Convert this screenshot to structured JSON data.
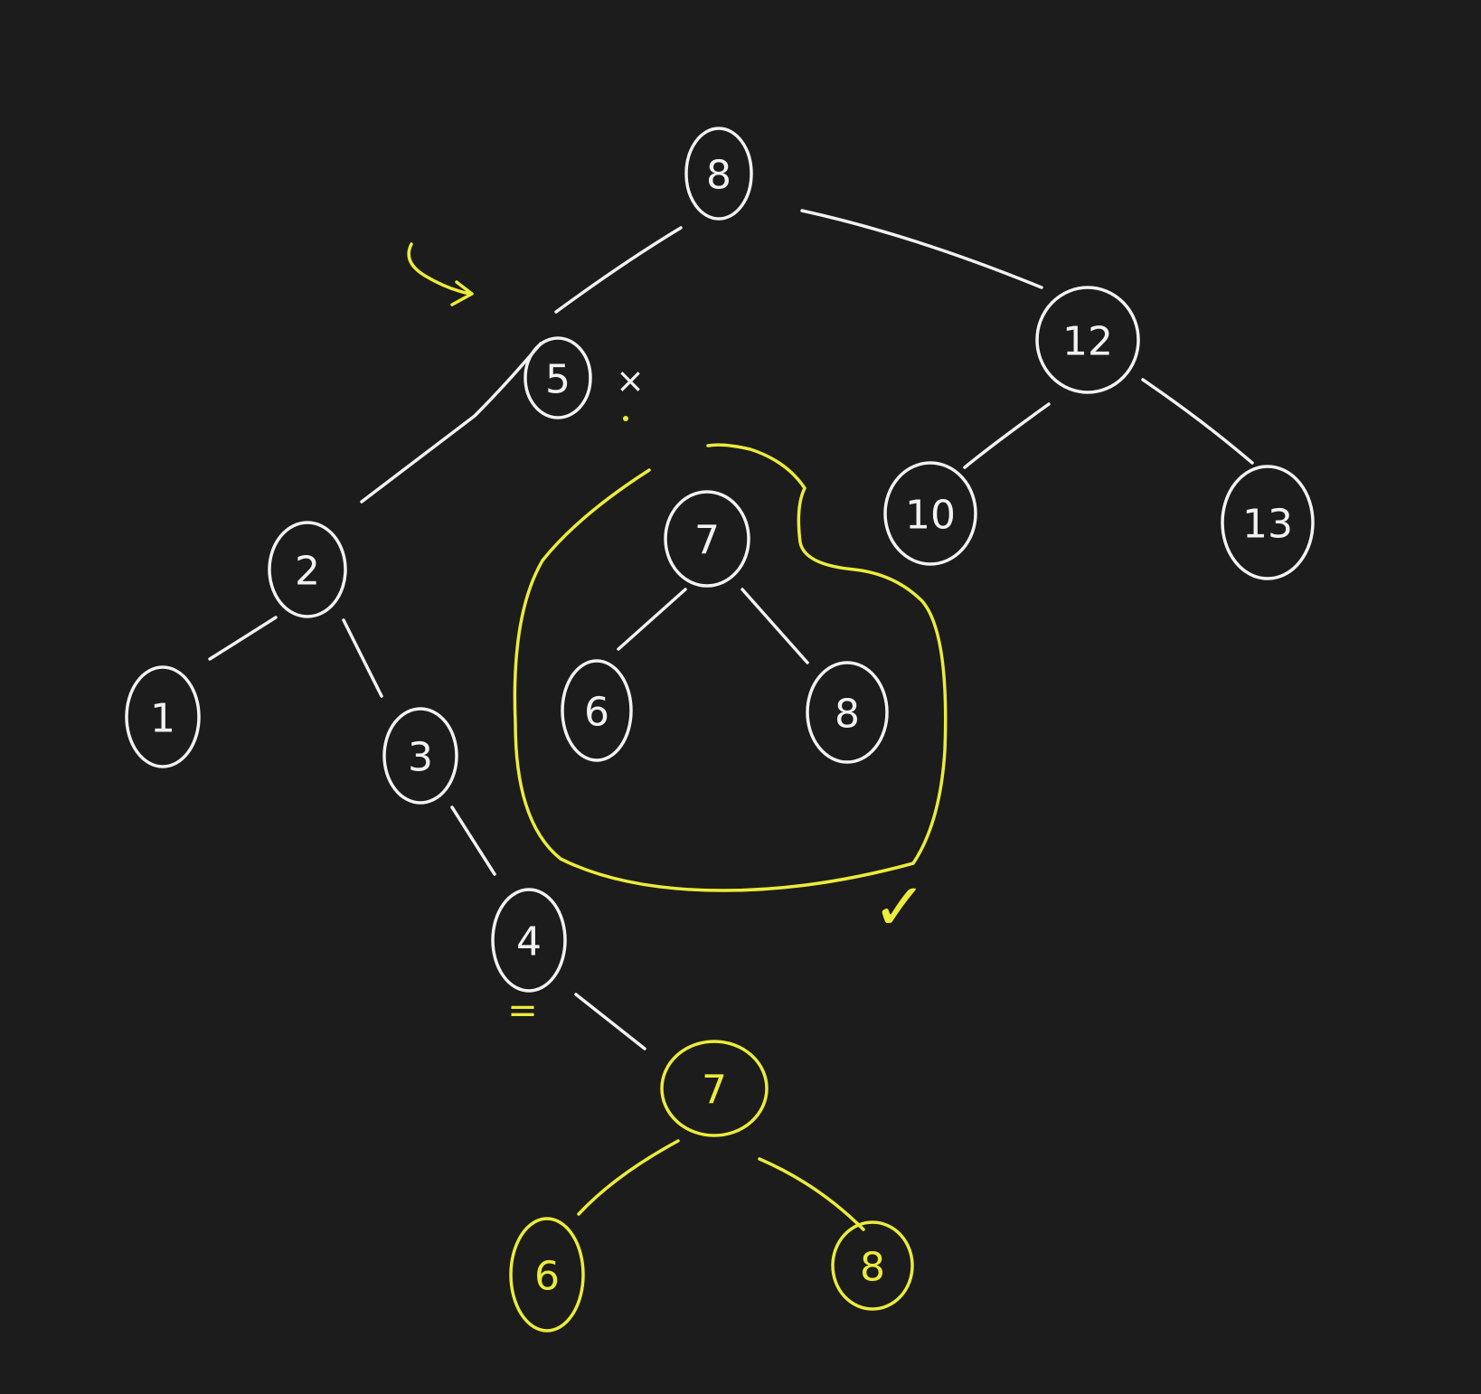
{
  "colors": {
    "background": "#1c1c1c",
    "ink_white": "#f2f2f2",
    "ink_yellow": "#ecec3a"
  },
  "trees": {
    "main": {
      "nodes": [
        {
          "id": "root",
          "label": "8"
        },
        {
          "id": "n5",
          "label": "5"
        },
        {
          "id": "n12",
          "label": "12"
        },
        {
          "id": "n2",
          "label": "2"
        },
        {
          "id": "n1",
          "label": "1"
        },
        {
          "id": "n3",
          "label": "3"
        },
        {
          "id": "n4",
          "label": "4"
        },
        {
          "id": "n10",
          "label": "10"
        },
        {
          "id": "n13",
          "label": "13"
        }
      ],
      "edges": [
        [
          "root",
          "n5"
        ],
        [
          "root",
          "n12"
        ],
        [
          "n5",
          "n2"
        ],
        [
          "n2",
          "n1"
        ],
        [
          "n2",
          "n3"
        ],
        [
          "n3",
          "n4"
        ],
        [
          "n12",
          "n10"
        ],
        [
          "n12",
          "n13"
        ]
      ]
    },
    "circled_subtree": {
      "nodes": [
        {
          "id": "c7",
          "label": "7"
        },
        {
          "id": "c6",
          "label": "6"
        },
        {
          "id": "c8",
          "label": "8"
        }
      ],
      "edges": [
        [
          "c7",
          "c6"
        ],
        [
          "c7",
          "c8"
        ]
      ]
    },
    "attached_subtree": {
      "nodes": [
        {
          "id": "a7",
          "label": "7"
        },
        {
          "id": "a6",
          "label": "6"
        },
        {
          "id": "a8",
          "label": "8"
        }
      ],
      "edges": [
        [
          "n4",
          "a7"
        ],
        [
          "a7",
          "a6"
        ],
        [
          "a7",
          "a8"
        ]
      ]
    }
  },
  "annotations": {
    "cross_mark": "×",
    "equals_mark": "=",
    "check_mark": "✓"
  }
}
